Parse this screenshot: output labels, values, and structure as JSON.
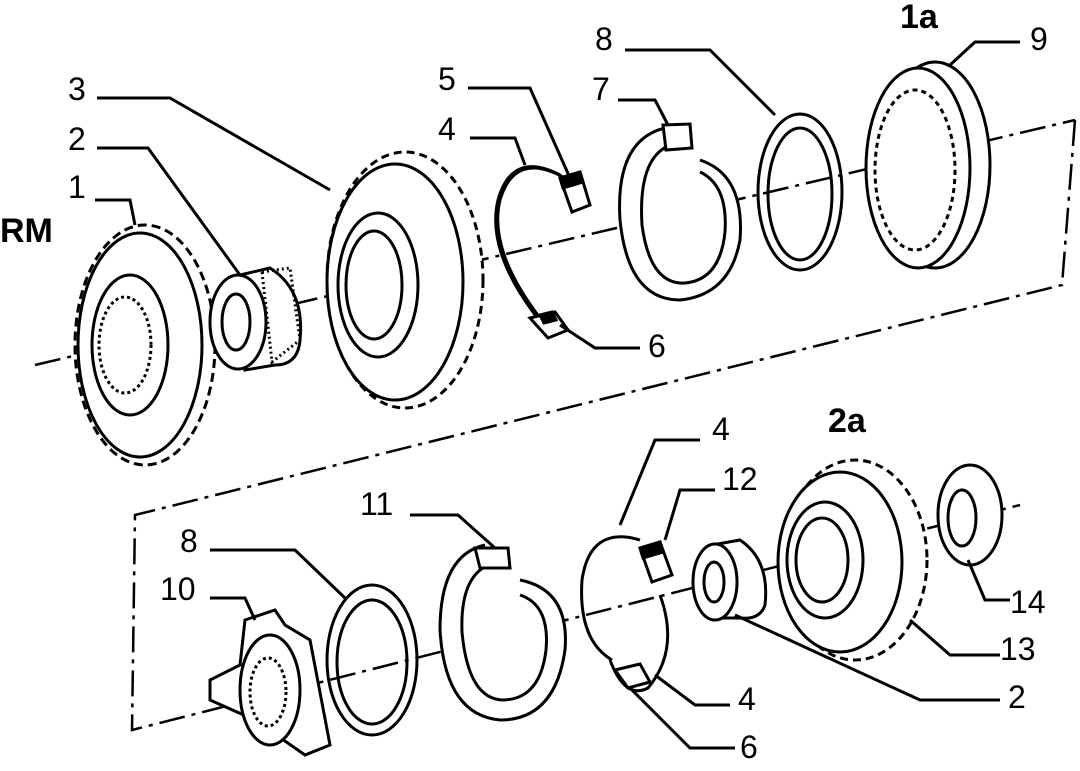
{
  "diagram": {
    "labels": {
      "l1": "1",
      "l2_top": "2",
      "l3": "3",
      "l4_top": "4",
      "l5": "5",
      "l6_top": "6",
      "l7": "7",
      "l8_top": "8",
      "l9": "9",
      "l1a": "1a",
      "rm": "RM",
      "l2a": "2a",
      "l4_upper": "4",
      "l12": "12",
      "l11": "11",
      "l8_bottom": "8",
      "l10": "10",
      "l14": "14",
      "l13": "13",
      "l2_bottom": "2",
      "l4_lower": "4",
      "l6_bottom": "6"
    }
  }
}
